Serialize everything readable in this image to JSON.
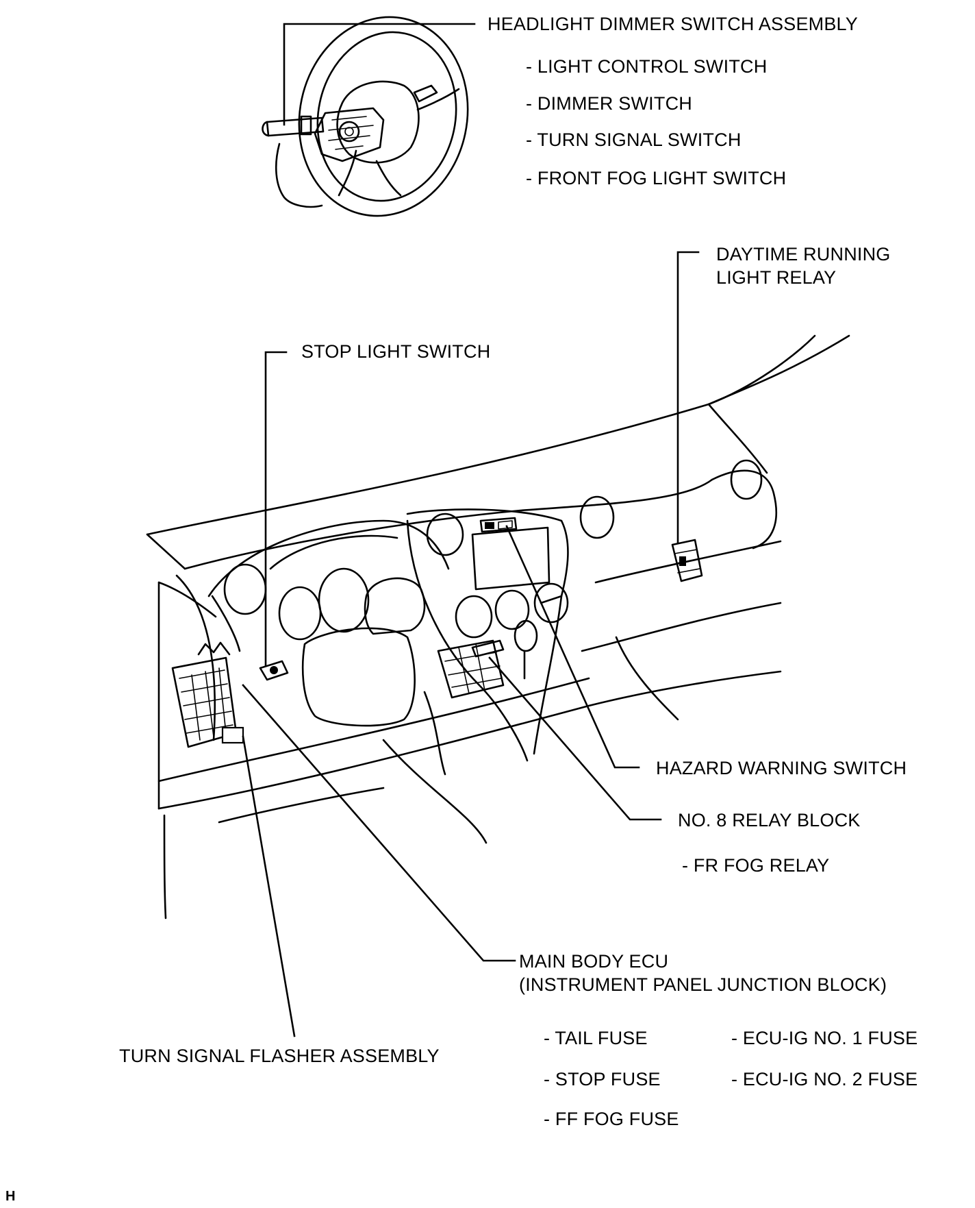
{
  "labels": {
    "headlight_dimmer": "HEADLIGHT DIMMER SWITCH ASSEMBLY",
    "light_control": "- LIGHT CONTROL SWITCH",
    "dimmer": "- DIMMER SWITCH",
    "turn_signal_switch": "- TURN SIGNAL SWITCH",
    "front_fog_switch": "- FRONT FOG LIGHT SWITCH",
    "daytime_relay_line1": "DAYTIME RUNNING",
    "daytime_relay_line2": "LIGHT RELAY",
    "stop_light_switch": "STOP LIGHT SWITCH",
    "hazard_switch": "HAZARD WARNING SWITCH",
    "relay_block": "NO. 8 RELAY BLOCK",
    "fr_fog_relay": "-  FR FOG RELAY",
    "main_body_ecu": "MAIN BODY ECU",
    "junction_block": "(INSTRUMENT PANEL JUNCTION BLOCK)",
    "turn_flasher": "TURN SIGNAL FLASHER ASSEMBLY",
    "tail_fuse": "- TAIL FUSE",
    "stop_fuse": "- STOP FUSE",
    "ff_fog_fuse": "- FF FOG FUSE",
    "ecu_ig1_fuse": "- ECU-IG NO. 1 FUSE",
    "ecu_ig2_fuse": "- ECU-IG NO. 2 FUSE"
  },
  "corner_mark": "H"
}
